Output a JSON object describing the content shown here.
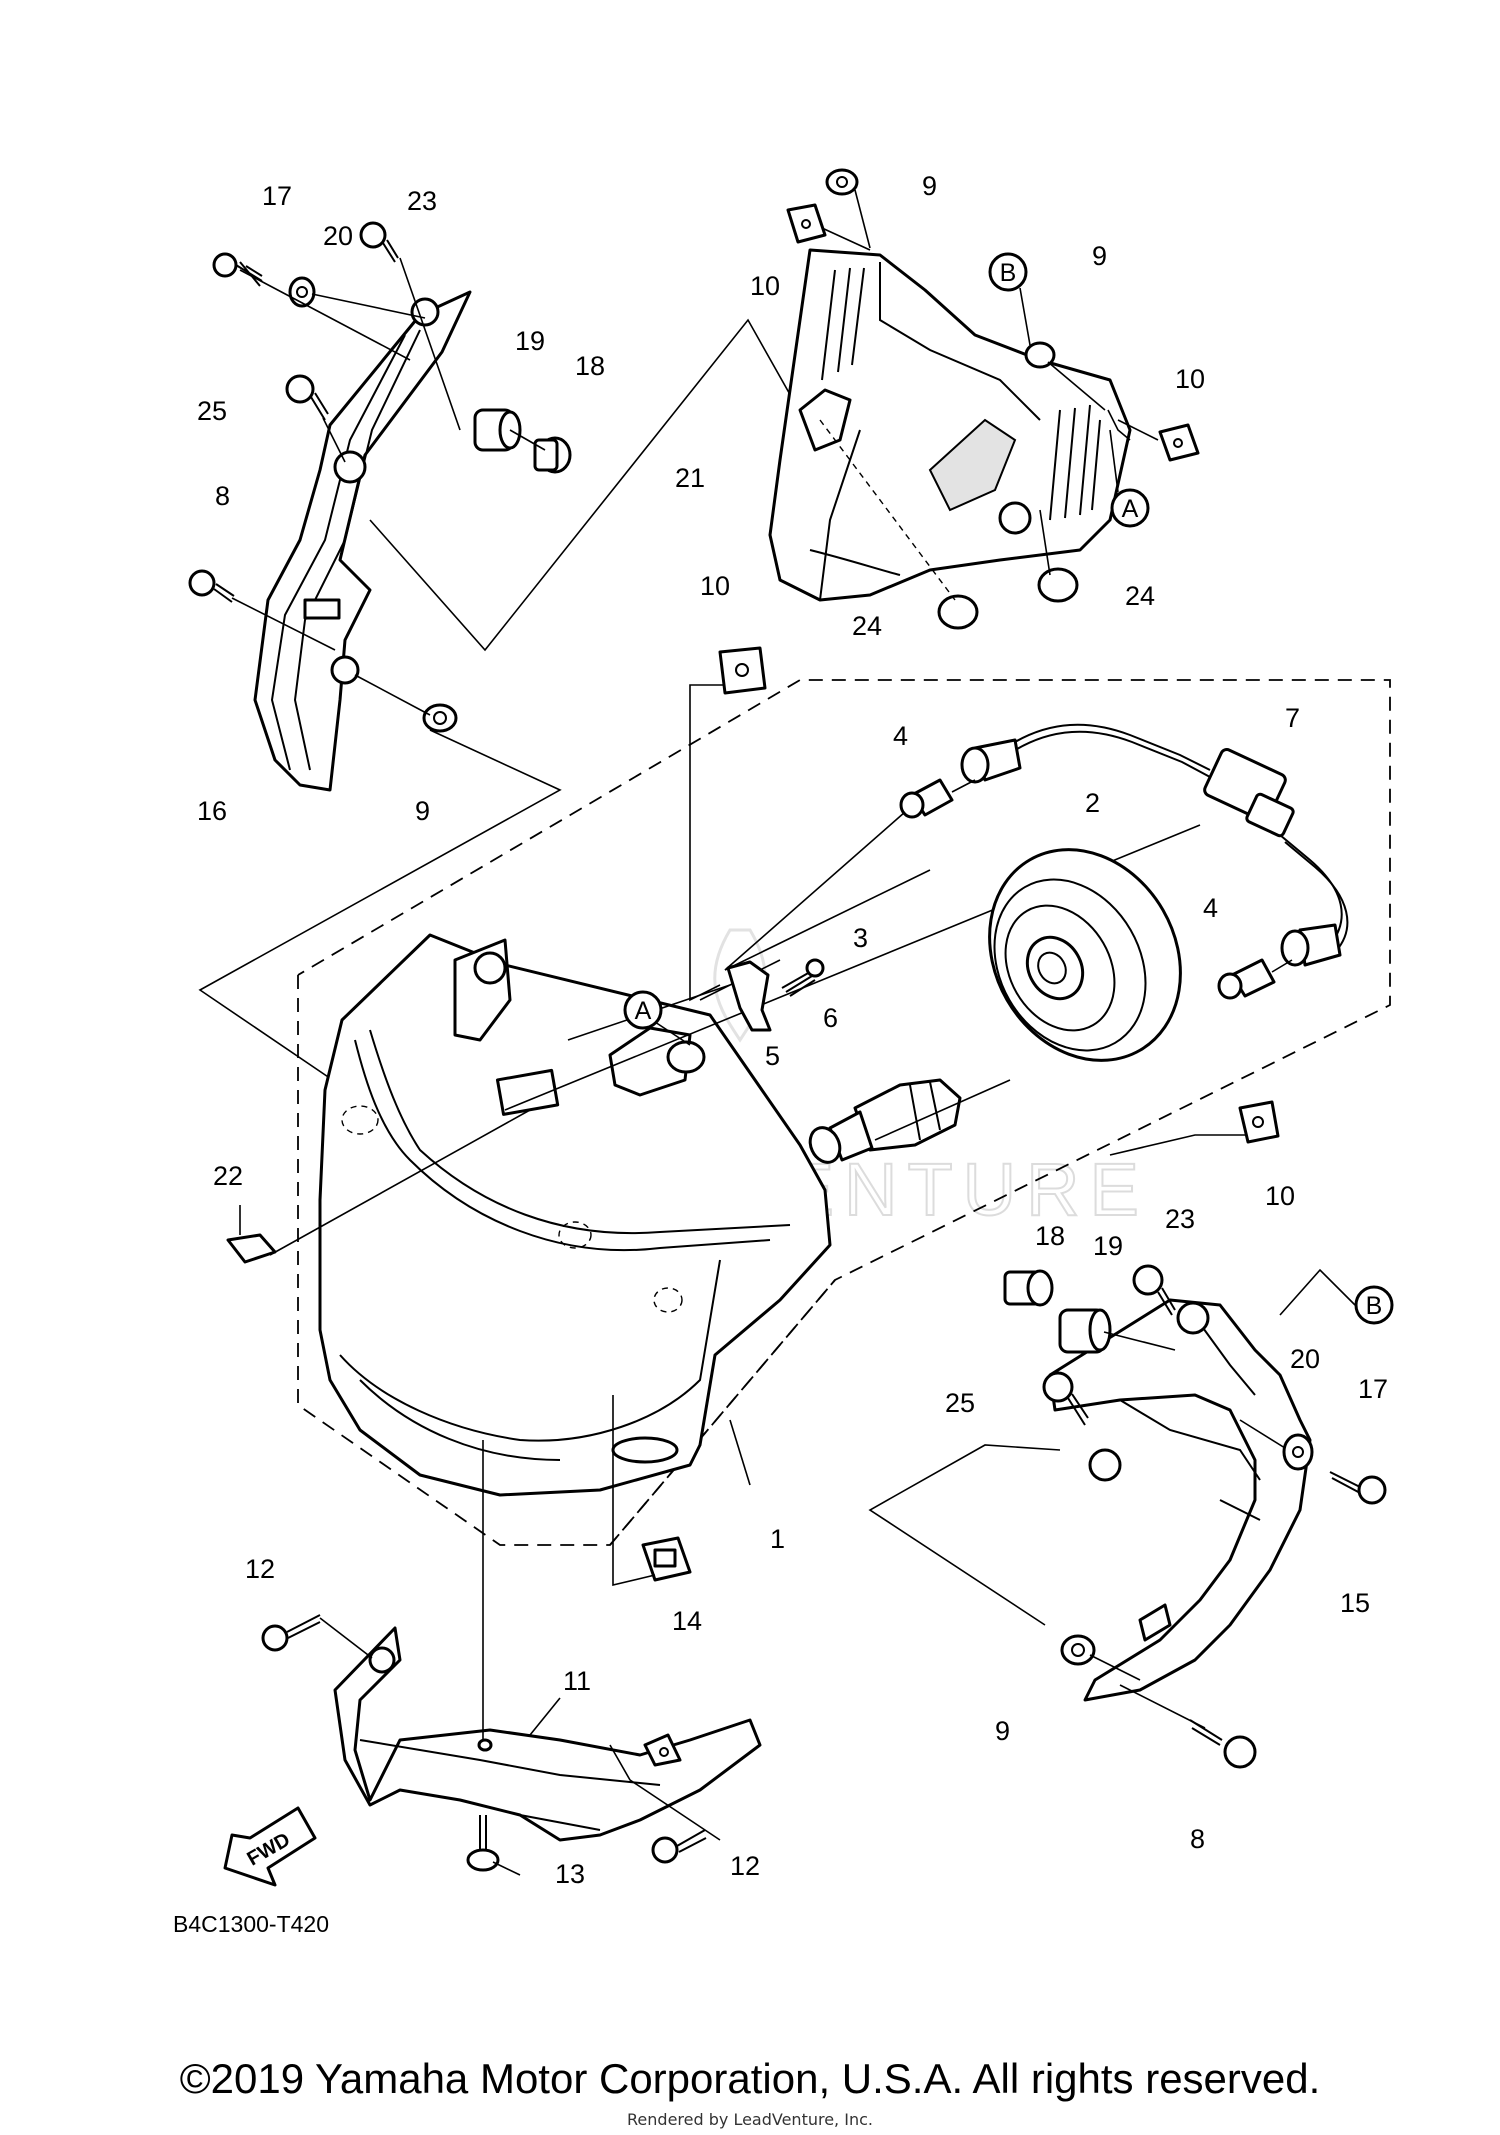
{
  "diagram": {
    "part_labels": [
      "17",
      "23",
      "20",
      "19",
      "18",
      "25",
      "8",
      "16",
      "9",
      "10",
      "9",
      "10",
      "9",
      "21",
      "24",
      "24",
      "10",
      "4",
      "7",
      "2",
      "3",
      "6",
      "5",
      "4",
      "22",
      "10",
      "1",
      "23",
      "18",
      "19",
      "20",
      "17",
      "25",
      "15",
      "12",
      "11",
      "14",
      "9",
      "13",
      "12",
      "8"
    ],
    "callouts": [
      "A",
      "B",
      "A",
      "B"
    ],
    "fwd_label": "FWD",
    "diagram_code": "B4C1300-T420",
    "watermark": "LEADVENTURE"
  },
  "footer": {
    "copyright": "©2019 Yamaha Motor Corporation, U.S.A. All rights reserved.",
    "rendered_by": "Rendered by LeadVenture, Inc."
  }
}
